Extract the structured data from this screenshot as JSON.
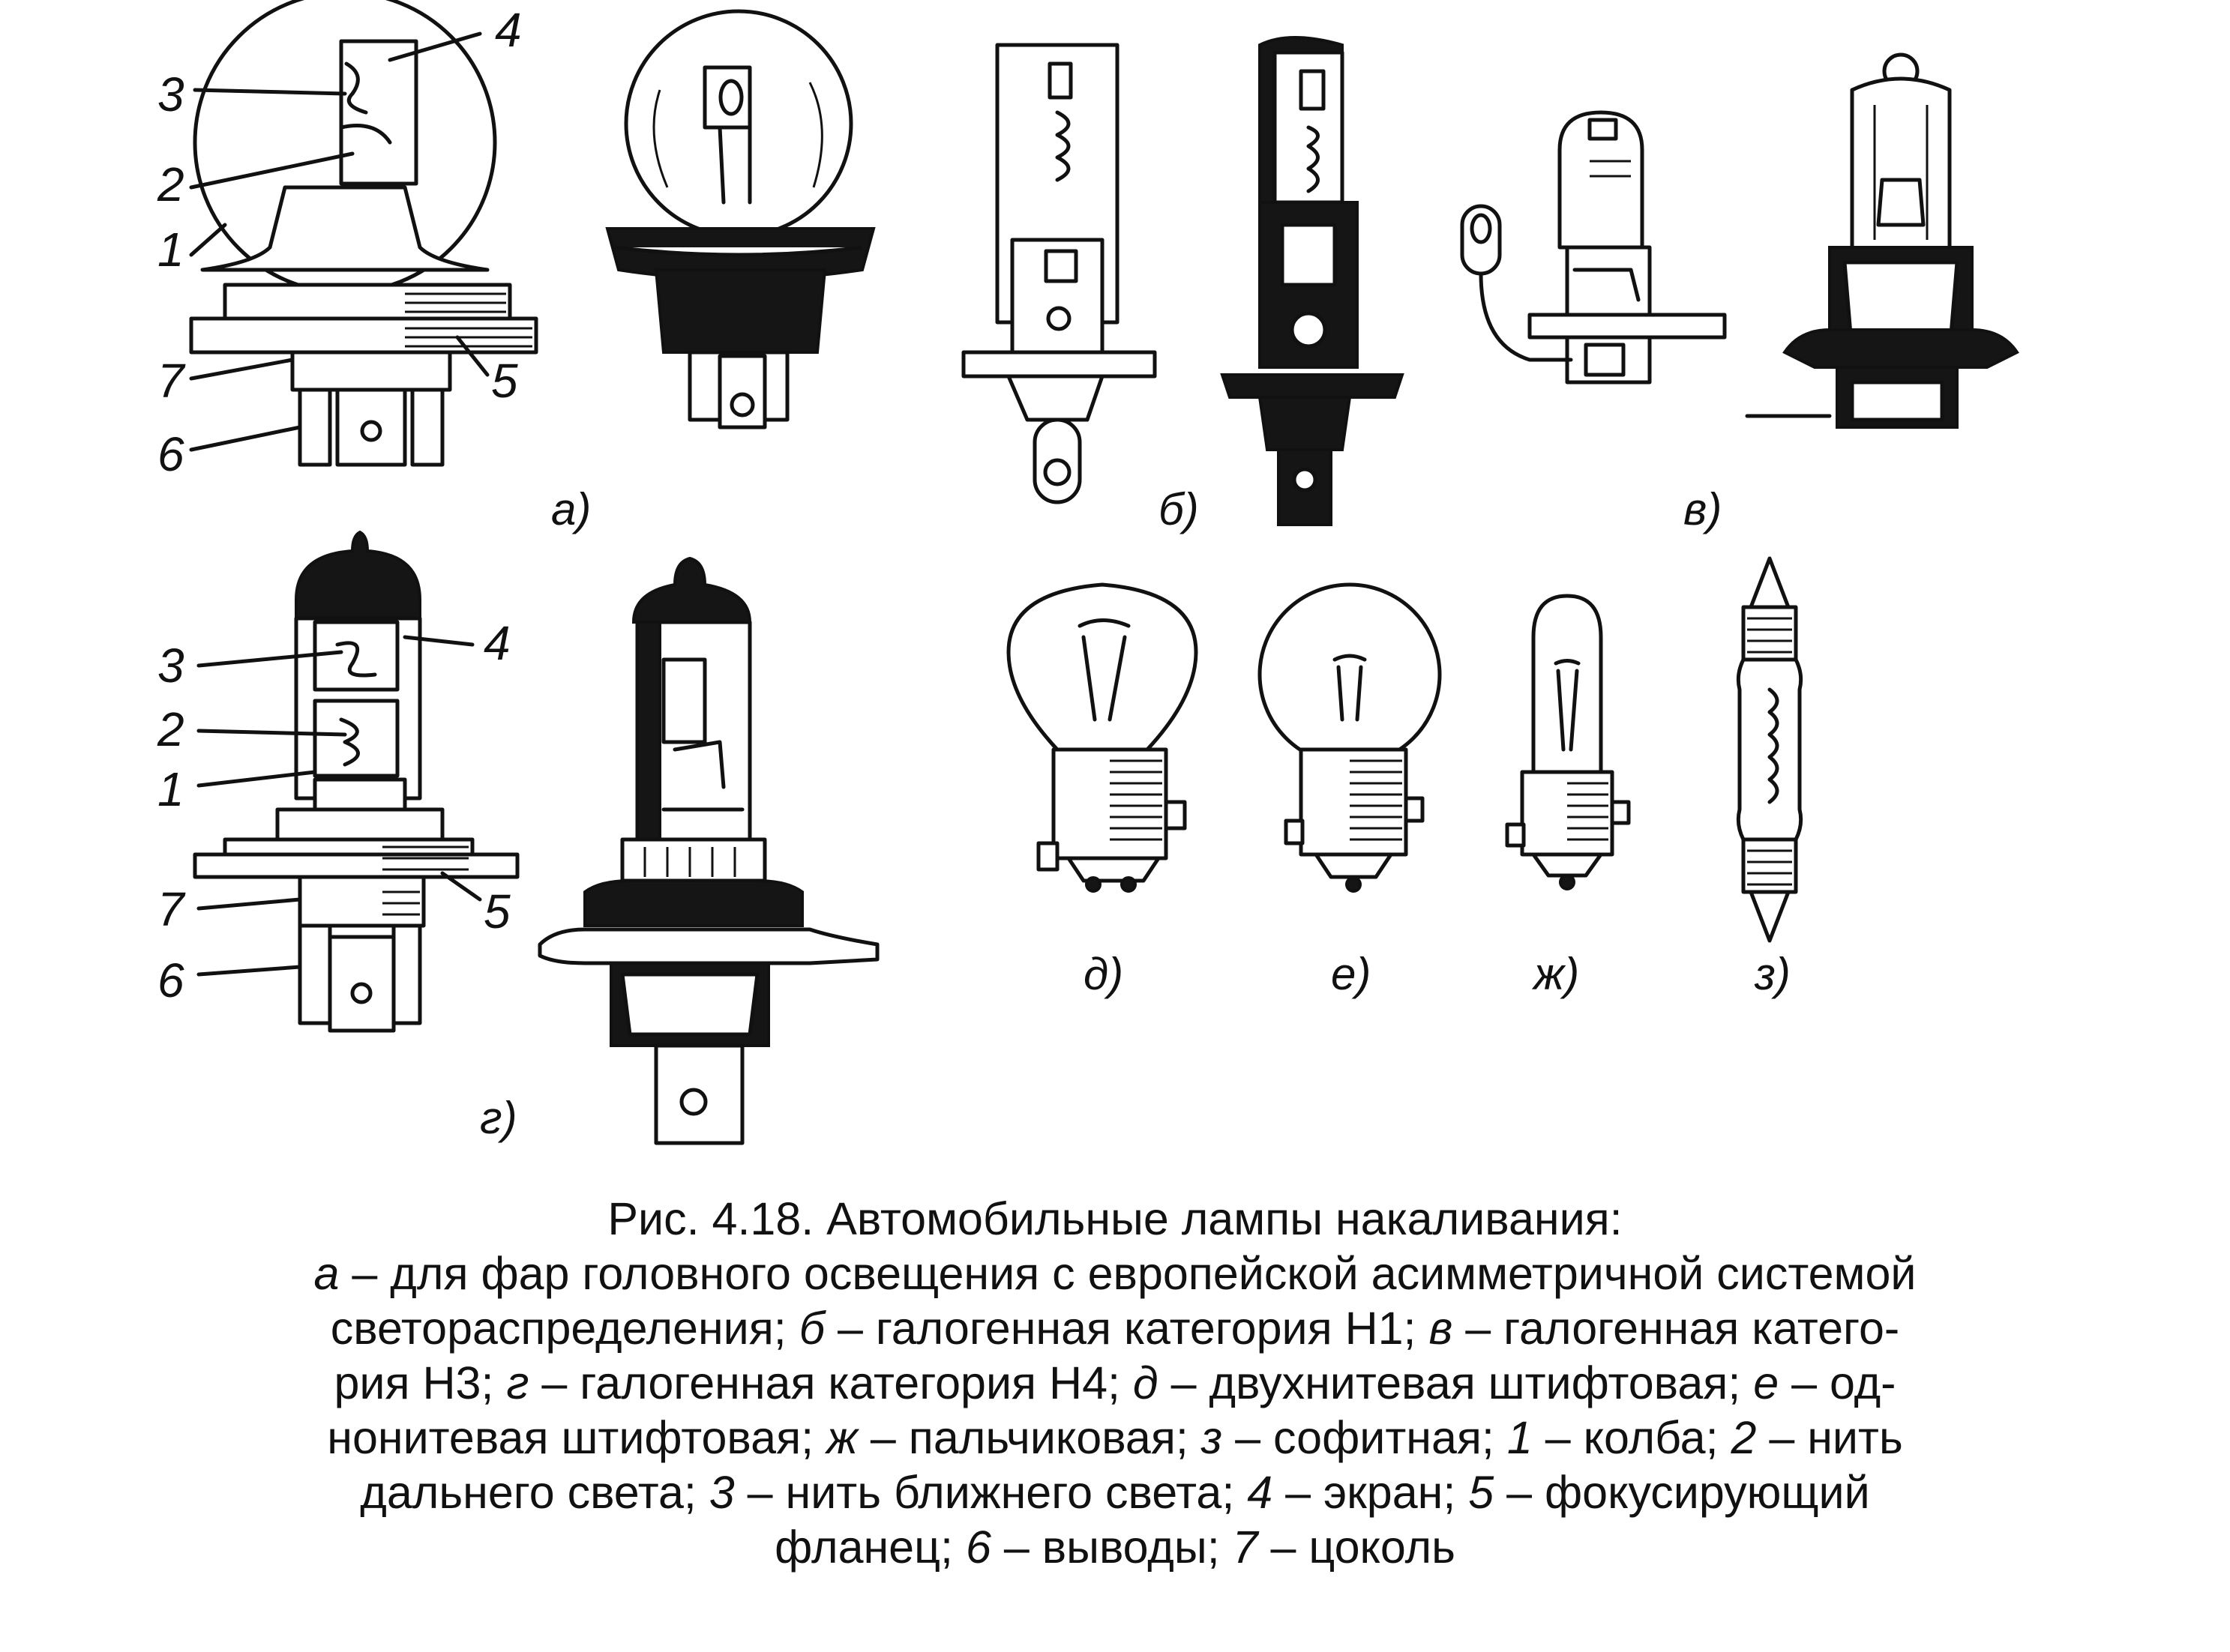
{
  "callouts": {
    "a": [
      "1",
      "2",
      "3",
      "4",
      "5",
      "6",
      "7"
    ],
    "g": [
      "1",
      "2",
      "3",
      "4",
      "5",
      "6",
      "7"
    ]
  },
  "sublabels": {
    "a": "а)",
    "b": "б)",
    "v": "в)",
    "g": "г)",
    "d": "д)",
    "e": "е)",
    "zh": "ж)",
    "z": "з)"
  },
  "caption": {
    "title": "Рис. 4.18. Автомобильные лампы накаливания:",
    "l2": [
      "а",
      " – для фар головного освещения с европейской асимметричной системой"
    ],
    "l3": [
      "светораспределения; ",
      "б",
      " – галогенная категория Н1; ",
      "в",
      " – галогенная катего-"
    ],
    "l4": [
      "рия Н3; ",
      "г",
      " – галогенная категория Н4; ",
      "д",
      " – двухнитевая штифтовая; ",
      "е",
      " – од-"
    ],
    "l5": [
      "нонитевая штифтовая; ",
      "ж",
      " – пальчиковая; ",
      "з",
      " – софитная; ",
      "1",
      " – колба; ",
      "2",
      " – нить"
    ],
    "l6": [
      "дальнего света; ",
      "3",
      " – нить ближнего света; ",
      "4",
      " – экран; ",
      "5",
      " – фокусирующий"
    ],
    "l7": [
      "фланец; ",
      "6",
      " – выводы; ",
      "7",
      " – цоколь"
    ]
  }
}
